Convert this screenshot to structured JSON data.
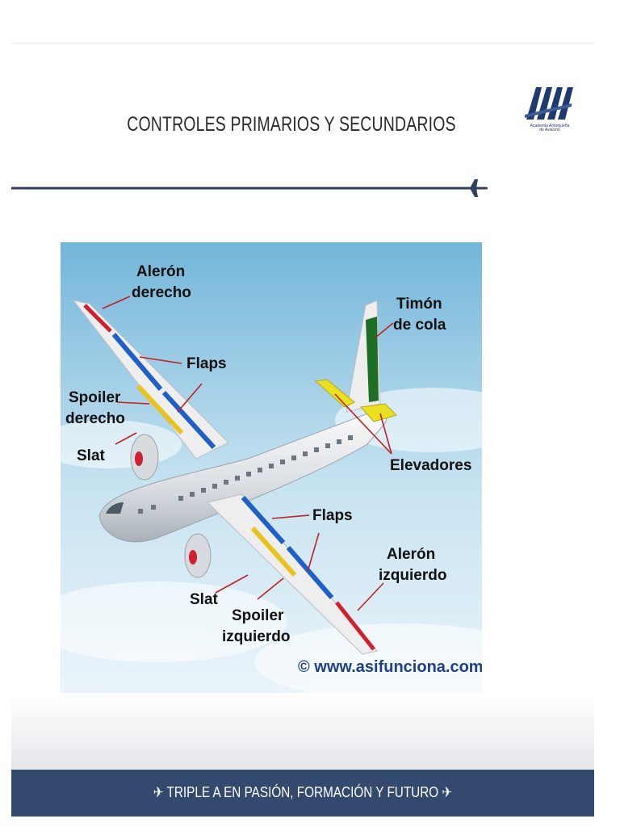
{
  "slide": {
    "title": "CONTROLES  PRIMARIOS Y SECUNDARIOS",
    "logo": {
      "mark": "AAA",
      "subtitle": [
        "Academia Antioqueña",
        "de Aviación"
      ]
    },
    "footer": "✈ TRIPLE A EN PASIÓN, FORMACIÓN Y FUTURO ✈"
  },
  "diagram": {
    "labels": {
      "aleron_derecho": [
        "Alerón",
        "derecho"
      ],
      "flaps_upper": "Flaps",
      "spoiler_derecho": [
        "Spoiler",
        "derecho"
      ],
      "slat_upper": "Slat",
      "timon_de_cola": [
        "Timón",
        "de cola"
      ],
      "elevadores": "Elevadores",
      "flaps_lower": "Flaps",
      "aleron_izquierdo": [
        "Alerón",
        "izquierdo"
      ],
      "slat_lower": "Slat",
      "spoiler_izquierdo": [
        "Spoiler",
        "izquierdo"
      ],
      "credit": "© www.asifunciona.com"
    },
    "colors": {
      "aileron": "#d0202c",
      "flap": "#1f5fc8",
      "spoiler": "#e8c21e",
      "rudder": "#1e6e28",
      "elevator": "#e8e020",
      "engine": "#d02030"
    }
  }
}
